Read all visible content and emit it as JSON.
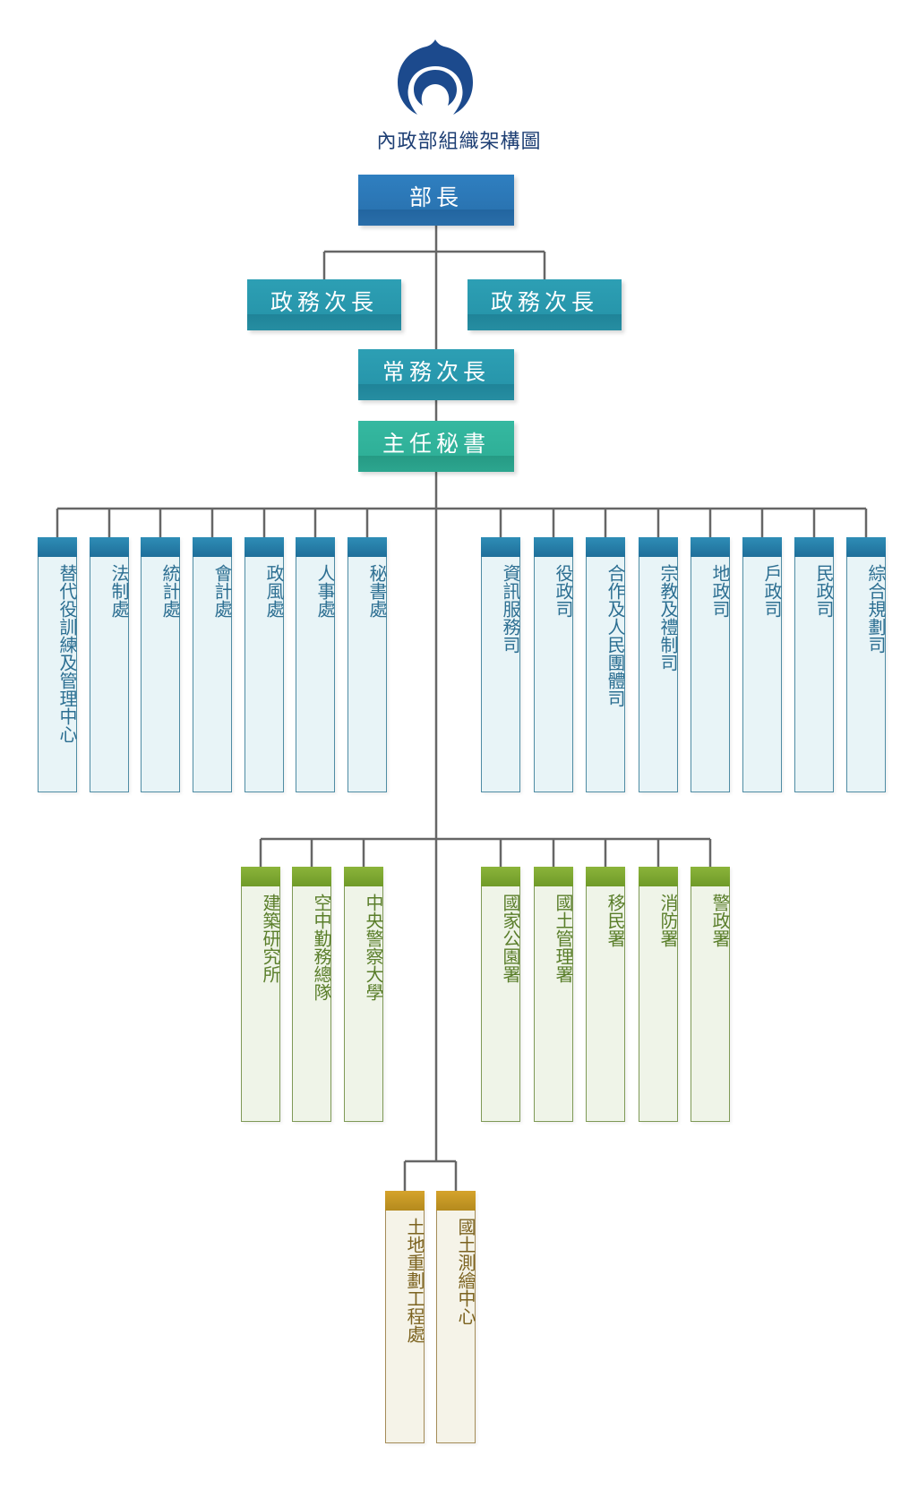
{
  "header": {
    "logo_icon": "ministry-of-interior-emblem-icon",
    "title": "內政部組織架構圖"
  },
  "colors": {
    "minister": "#2a74b2",
    "deputy": "#2796ab",
    "secretary": "#2fb098",
    "departments": "#1f6f9a",
    "agencies": "#7a9f30",
    "centers": "#c2961f",
    "connector": "#666666"
  },
  "hierarchy": {
    "minister": "部長",
    "political_deputies": [
      "政務次長",
      "政務次長"
    ],
    "administrative_deputy": "常務次長",
    "chief_secretary": "主任秘書"
  },
  "departments": {
    "left": [
      "替代役訓練及管理中心",
      "法制處",
      "統計處",
      "會計處",
      "政風處",
      "人事處",
      "秘書處"
    ],
    "right": [
      "資訊服務司",
      "役政司",
      "合作及人民團體司",
      "宗教及禮制司",
      "地政司",
      "戶政司",
      "民政司",
      "綜合規劃司"
    ]
  },
  "agencies": {
    "left": [
      "建築研究所",
      "空中勤務總隊",
      "中央警察大學"
    ],
    "right": [
      "國家公園署",
      "國土管理署",
      "移民署",
      "消防署",
      "警政署"
    ]
  },
  "centers": [
    "土地重劃工程處",
    "國土測繪中心"
  ]
}
